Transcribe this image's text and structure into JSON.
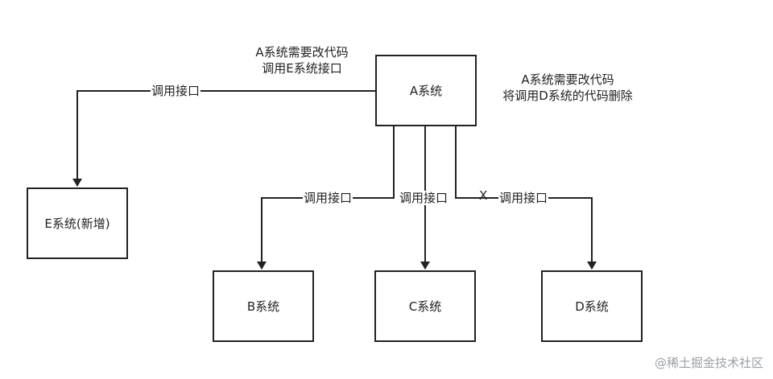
{
  "nodes": {
    "a": "A系统",
    "b": "B系统",
    "c": "C系统",
    "d": "D系统",
    "e": "E系统(新增)"
  },
  "edges": {
    "a_to_e": "调用接口",
    "a_to_b": "调用接口",
    "a_to_c": "调用接口",
    "a_to_d": "调用接口",
    "a_to_d_removed_mark": "X"
  },
  "notes": {
    "left_line1": "A系统需要改代码",
    "left_line2": "调用E系统接口",
    "right_line1": "A系统需要改代码",
    "right_line2": "将调用D系统的代码删除"
  },
  "watermark": "@稀土掘金技术社区"
}
